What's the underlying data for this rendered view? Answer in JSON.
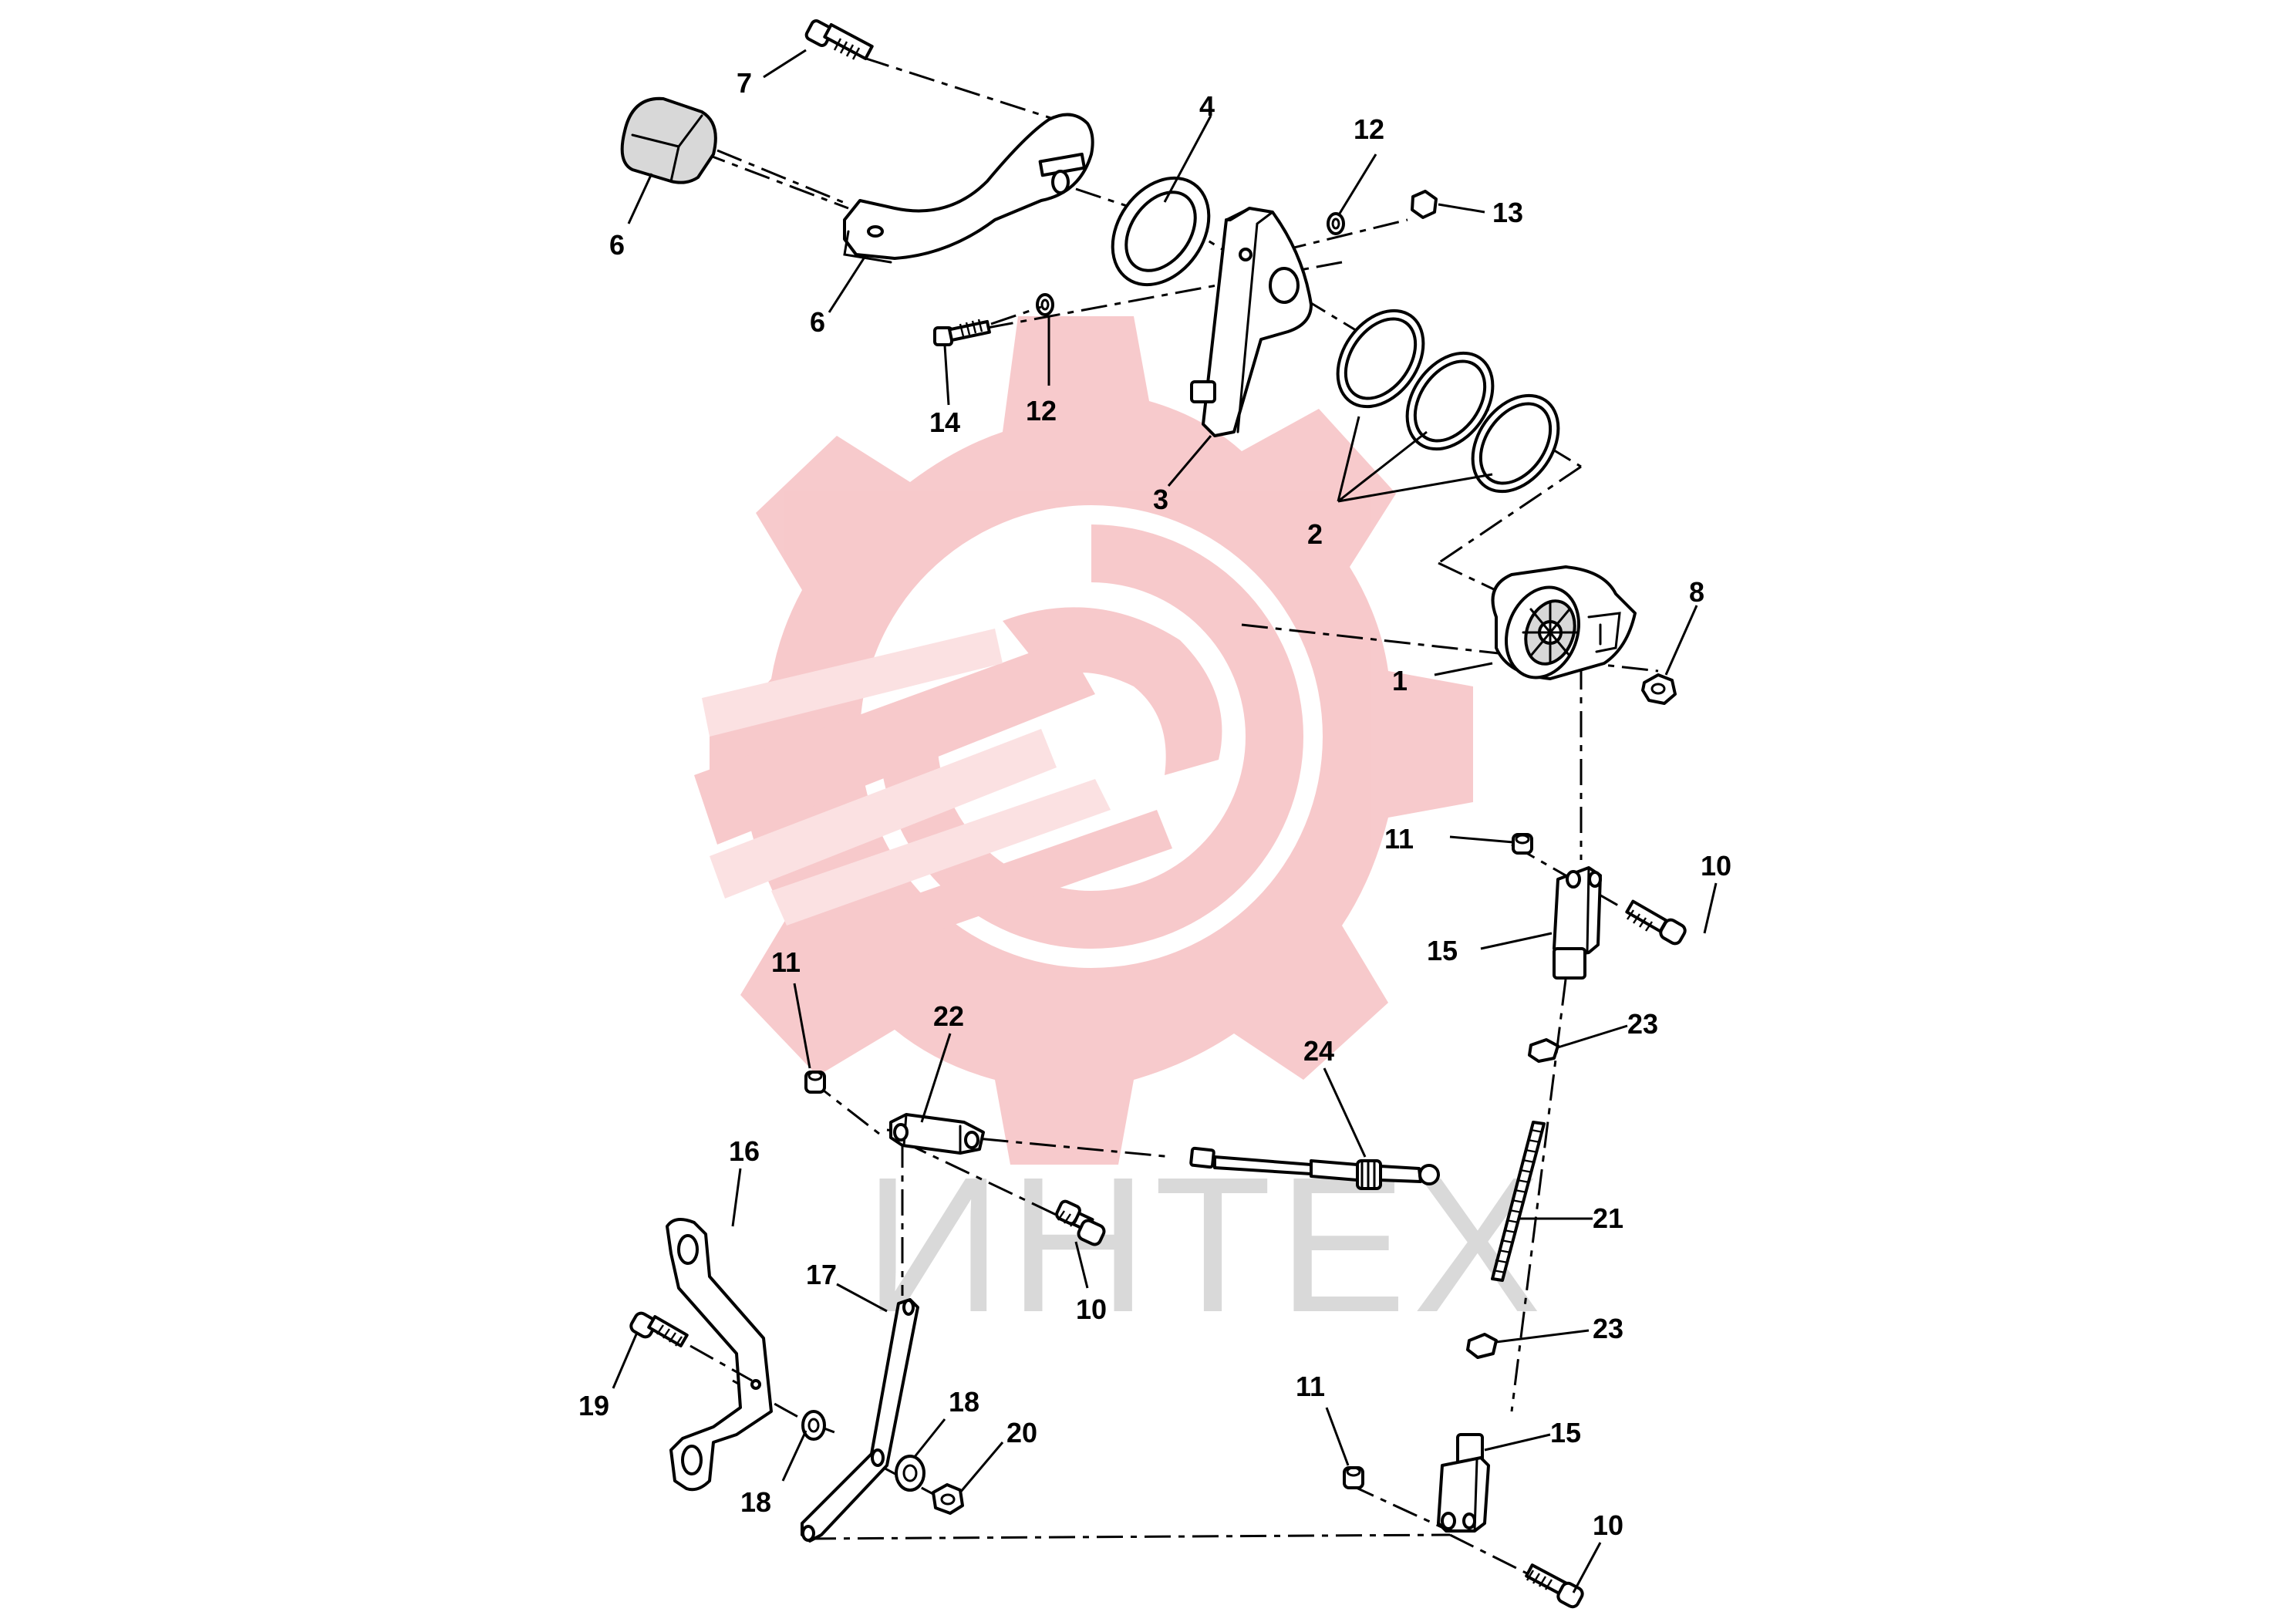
{
  "watermark": {
    "text": "ИНТЕХ"
  },
  "callouts": {
    "c1": "1",
    "c2": "2",
    "c3": "3",
    "c4": "4",
    "c6a": "6",
    "c6b": "6",
    "c7": "7",
    "c8": "8",
    "c10a": "10",
    "c10b": "10",
    "c10c": "10",
    "c11a": "11",
    "c11b": "11",
    "c11c": "11",
    "c12a": "12",
    "c12b": "12",
    "c13": "13",
    "c14": "14",
    "c15a": "15",
    "c15b": "15",
    "c16": "16",
    "c17": "17",
    "c18a": "18",
    "c18b": "18",
    "c19": "19",
    "c20": "20",
    "c21": "21",
    "c22": "22",
    "c23a": "23",
    "c23b": "23",
    "c24": "24"
  }
}
